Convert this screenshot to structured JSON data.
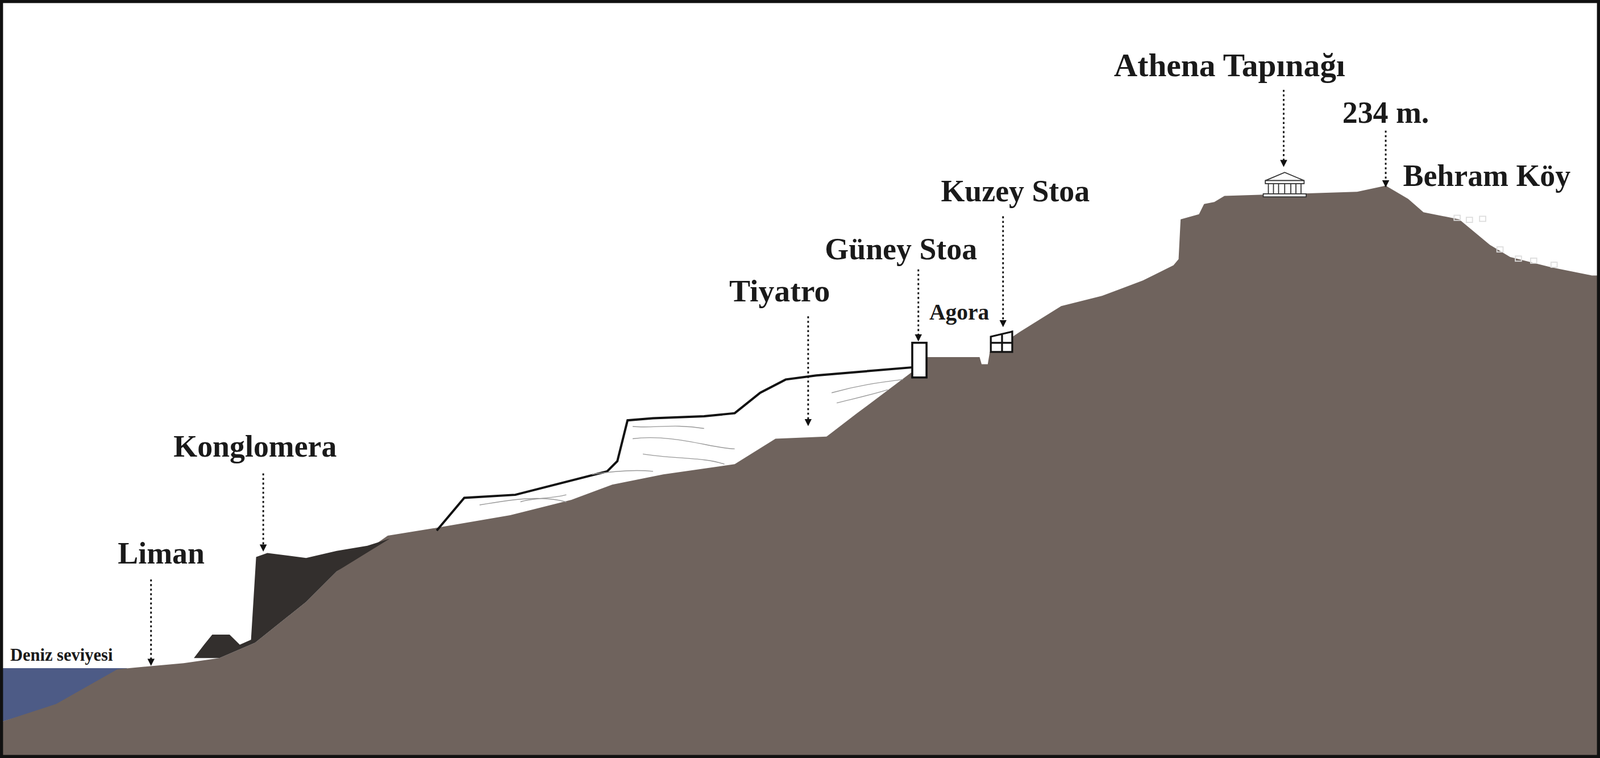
{
  "diagram": {
    "labels": [
      "Athena Tapınağı",
      "234 m.",
      "Behram Köy",
      "Kuzey Stoa",
      "Güney Stoa",
      "Agora",
      "Tiyatro",
      "Konglomera",
      "Liman",
      "Deniz seviyesi"
    ]
  }
}
